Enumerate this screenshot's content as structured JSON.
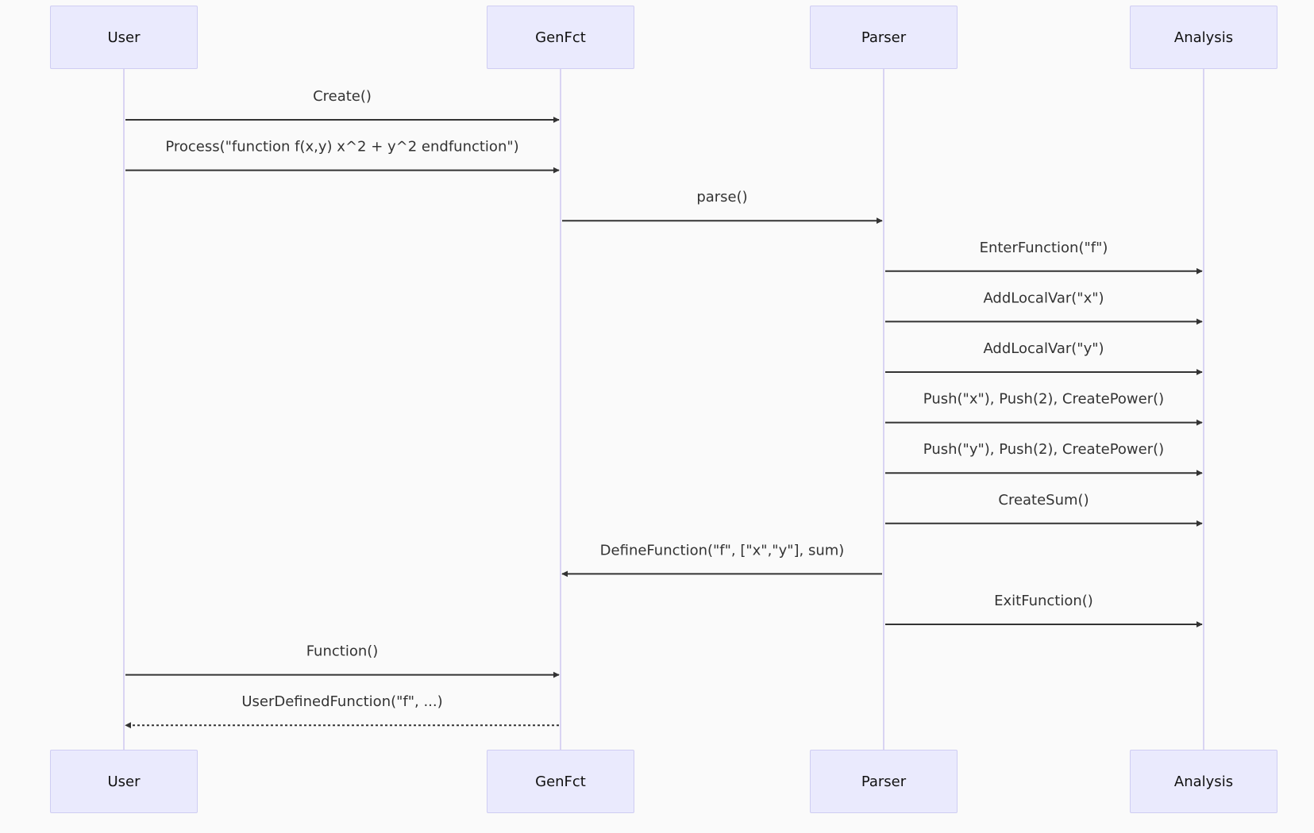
{
  "participants": [
    {
      "id": "user",
      "label": "User"
    },
    {
      "id": "genfct",
      "label": "GenFct"
    },
    {
      "id": "parser",
      "label": "Parser"
    },
    {
      "id": "analysis",
      "label": "Analysis"
    }
  ],
  "messages": [
    {
      "from": "user",
      "to": "genfct",
      "label": "Create()",
      "style": "solid"
    },
    {
      "from": "user",
      "to": "genfct",
      "label": "Process(\"function f(x,y) x^2 + y^2 endfunction\")",
      "style": "solid"
    },
    {
      "from": "genfct",
      "to": "parser",
      "label": "parse()",
      "style": "solid"
    },
    {
      "from": "parser",
      "to": "analysis",
      "label": "EnterFunction(\"f\")",
      "style": "solid"
    },
    {
      "from": "parser",
      "to": "analysis",
      "label": "AddLocalVar(\"x\")",
      "style": "solid"
    },
    {
      "from": "parser",
      "to": "analysis",
      "label": "AddLocalVar(\"y\")",
      "style": "solid"
    },
    {
      "from": "parser",
      "to": "analysis",
      "label": "Push(\"x\"), Push(2), CreatePower()",
      "style": "solid"
    },
    {
      "from": "parser",
      "to": "analysis",
      "label": "Push(\"y\"), Push(2), CreatePower()",
      "style": "solid"
    },
    {
      "from": "parser",
      "to": "analysis",
      "label": "CreateSum()",
      "style": "solid"
    },
    {
      "from": "parser",
      "to": "genfct",
      "label": "DefineFunction(\"f\", [\"x\",\"y\"], sum)",
      "style": "solid"
    },
    {
      "from": "parser",
      "to": "analysis",
      "label": "ExitFunction()",
      "style": "solid"
    },
    {
      "from": "user",
      "to": "genfct",
      "label": "Function()",
      "style": "solid"
    },
    {
      "from": "genfct",
      "to": "user",
      "label": "UserDefinedFunction(\"f\", ...)",
      "style": "dashed"
    }
  ],
  "colors": {
    "background": "#fafafa",
    "actor_fill": "#eaeafd",
    "actor_border": "#cfcdf3",
    "lifeline": "#d9d4f3",
    "message": "#333333"
  }
}
